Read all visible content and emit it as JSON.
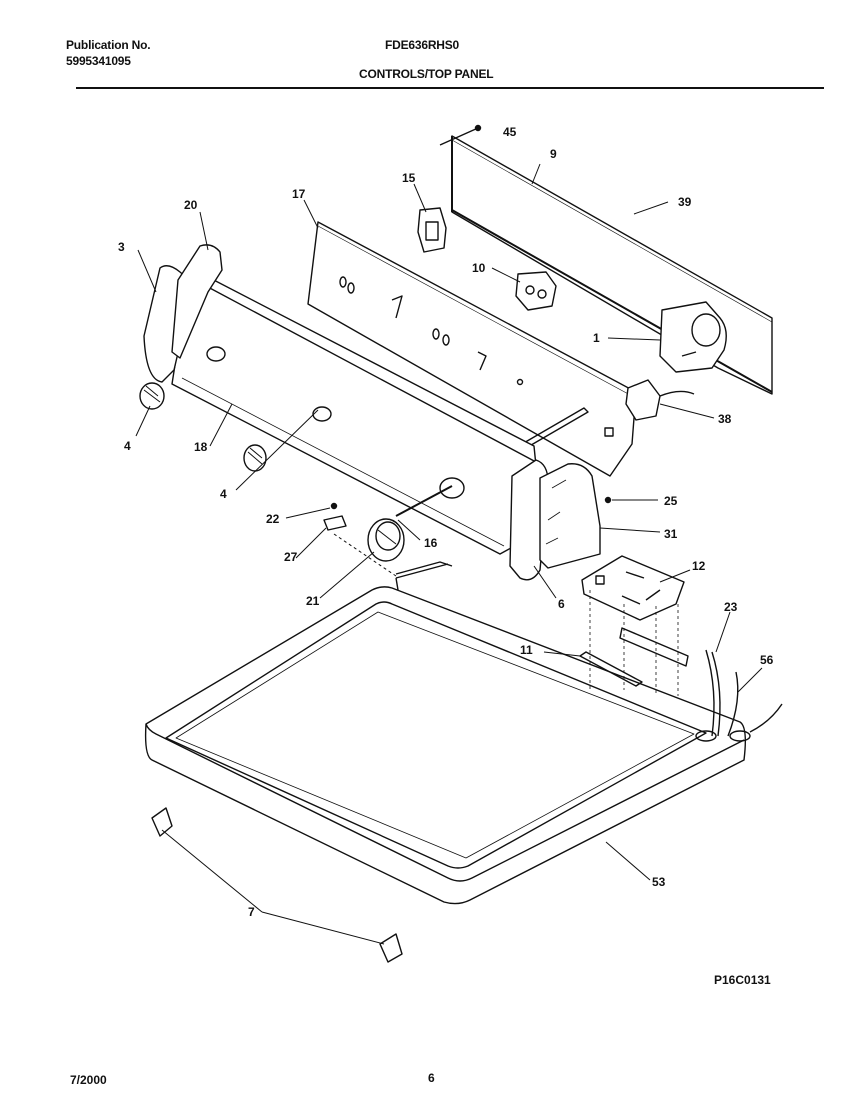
{
  "header": {
    "publication_label": "Publication No.",
    "publication_number": "5995341095",
    "model": "FDE636RHS0",
    "section_title": "CONTROLS/TOP PANEL"
  },
  "callouts": {
    "c1": "1",
    "c3": "3",
    "c4a": "4",
    "c4b": "4",
    "c6": "6",
    "c7": "7",
    "c9": "9",
    "c10": "10",
    "c11": "11",
    "c12": "12",
    "c15": "15",
    "c16": "16",
    "c17": "17",
    "c18": "18",
    "c20": "20",
    "c21": "21",
    "c22": "22",
    "c23": "23",
    "c25": "25",
    "c27": "27",
    "c31": "31",
    "c38": "38",
    "c39": "39",
    "c45": "45",
    "c53": "53",
    "c56": "56"
  },
  "figure_code": "P16C0131",
  "footer": {
    "date": "7/2000",
    "page": "6"
  }
}
